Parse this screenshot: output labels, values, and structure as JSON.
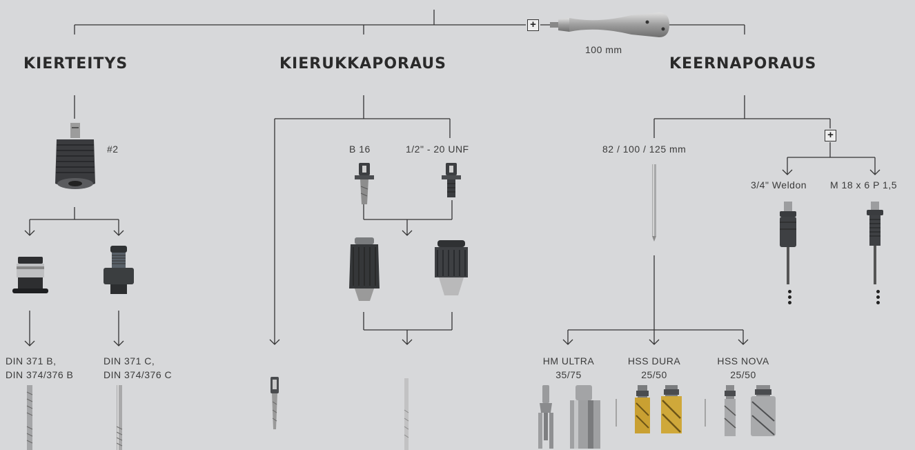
{
  "headings": {
    "tapping": "KIERTEITYS",
    "twist_drilling": "KIERUKKAPORAUS",
    "core_drilling": "KEERNAPORAUS"
  },
  "extension": {
    "length_label": "100 mm",
    "plus": "+"
  },
  "tapping": {
    "chuck_label": "#2",
    "left_label_1": "DIN 371 B,",
    "left_label_2": "DIN 374/376 B",
    "right_label_1": "DIN 371 C,",
    "right_label_2": "DIN 374/376 C"
  },
  "twist": {
    "arbor_left_label": "B 16",
    "arbor_right_label": "1/2\" - 20 UNF"
  },
  "core": {
    "arbor_label": "82 / 100 / 125 mm",
    "plus": "+",
    "weldon_label": "3/4\" Weldon",
    "thread_label": "M 18 x 6 P 1,5",
    "cutters": [
      {
        "name": "HM ULTRA",
        "depth": "35/75"
      },
      {
        "name": "HSS DURA",
        "depth": "25/50"
      },
      {
        "name": "HSS NOVA",
        "depth": "25/50"
      }
    ]
  },
  "colors": {
    "background": "#d7d8da",
    "line": "#333333",
    "metal_dark": "#3b3d40",
    "metal_light": "#b9b9b9",
    "gold": "#c9a032"
  }
}
